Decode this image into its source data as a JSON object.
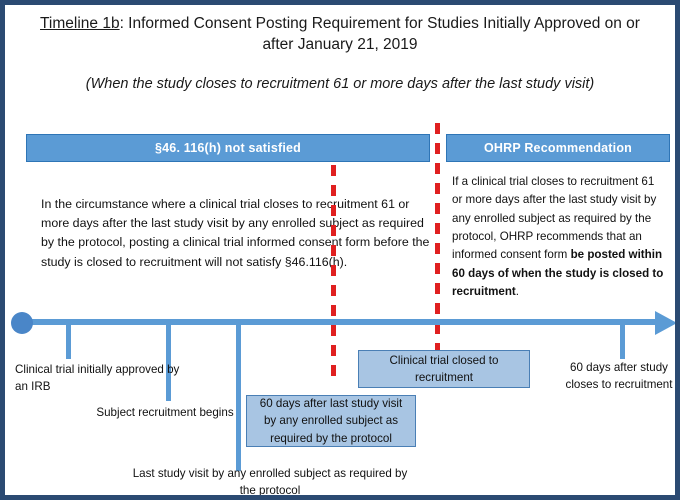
{
  "slide": {
    "border_color": "#2b4a72",
    "title": {
      "underlined_lead": "Timeline 1b",
      "rest": ": Informed Consent Posting Requirement for Studies Initially Approved on or after January 21, 2019"
    },
    "subtitle": "(When the study closes to recruitment 61 or more days after the last study visit)"
  },
  "columns": {
    "left": {
      "header": "§46. 116(h) not satisfied",
      "body": "In the circumstance where a clinical trial closes to recruitment 61 or more days after the last study visit by any enrolled subject as required by the protocol, posting a clinical trial informed consent form before the study is closed to recruitment will not satisfy §46.116(h)."
    },
    "right": {
      "header": "OHRP Recommendation",
      "body_regular_lead": "If a clinical trial closes to recruitment 61 or more days after the last study visit by any enrolled subject as required by the protocol, OHRP recommends that an informed consent form ",
      "body_bold": "be posted within 60 days of when the study is closed to recruitment",
      "body_tail": "."
    }
  },
  "timeline": {
    "accent_color": "#5b9bd5",
    "callout_fill": "#a8c5e3",
    "dashed_marker_color": "#e02020",
    "labels": {
      "irb": "Clinical trial initially approved by an IRB",
      "subject": "Subject recruitment begins",
      "last_visit": "Last study visit by any enrolled subject as required by the protocol",
      "sixty_after_close": "60 days after study closes to recruitment"
    },
    "callouts": {
      "closed_to_recruitment": "Clinical trial closed to recruitment",
      "sixty_days_after_visit": "60 days after last study visit by any enrolled subject as required by the protocol"
    }
  }
}
